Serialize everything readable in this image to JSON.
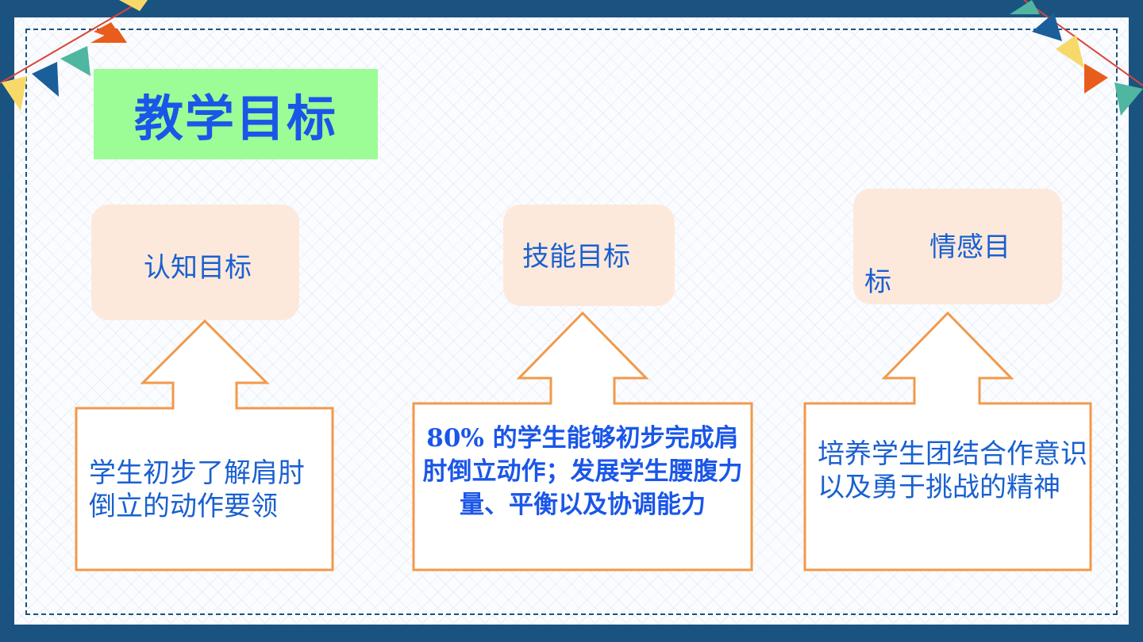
{
  "slide": {
    "title": "教学目标",
    "goals": [
      {
        "heading": "认知目标",
        "description": "学生初步了解肩肘倒立的动作要领"
      },
      {
        "heading": "技能目标",
        "description": "80% 的学生能够初步完成肩肘倒立动作；发展学生腰腹力量、平衡以及协调能力"
      },
      {
        "heading_line1": "情感目",
        "heading_line2": "标",
        "description": "培养学生团结合作意识以及勇于挑战的精神"
      }
    ]
  },
  "colors": {
    "frame": "#1a5380",
    "title_bg": "#9cfd96",
    "title_text": "#1a56e8",
    "goal_bg": "#fde9dc",
    "arrow_stroke": "#f2994a",
    "text": "#1a60d0"
  },
  "decorations": [
    "bunting-flags-top-left",
    "bunting-flags-top-right"
  ]
}
